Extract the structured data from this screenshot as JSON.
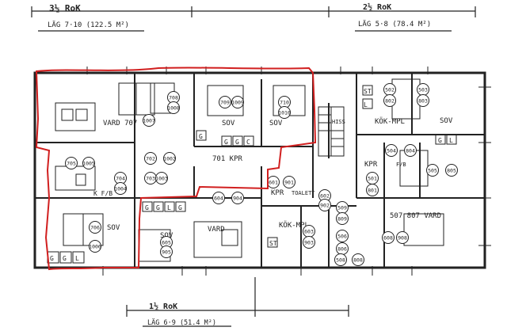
{
  "colors": {
    "ink": "#222222",
    "paper": "#ffffff",
    "highlight": "#d11f1f"
  },
  "top_left_label": {
    "title": "3½ RoK",
    "subtitle": "LÄG 7·10 (122.5 M²)"
  },
  "top_right_label": {
    "title": "2½ RoK",
    "subtitle": "LÄG 5·8 (78.4 M²)"
  },
  "bottom_label": {
    "title": "1½ RoK",
    "subtitle": "LÄG 6·9 (51.4 M²)"
  },
  "rooms": {
    "vard_707": "VARD 707",
    "sov_709": "SOV",
    "sov_710": "SOV",
    "sov_706": "SOV",
    "kpr_701": "701 KPR",
    "kpr_mid": "KPR",
    "toalett": "TOALETT",
    "sov_605": "SOV",
    "vard_606": "VARD",
    "kok_mpl": "KÖK-MPL",
    "kok_mpl_right": "KÖK-MPL",
    "sov_505": "SOV",
    "kpr_501": "KPR",
    "vard_507": "507 807 VARD",
    "hiss": "HISS",
    "fb": "F/B",
    "kok_mini": "K  F/B"
  },
  "circled_codes": [
    "708",
    "1008",
    "709",
    "1009",
    "710",
    "1010",
    "1007",
    "705",
    "1005",
    "702",
    "1002",
    "703",
    "1003",
    "704",
    "1004",
    "604",
    "904",
    "601",
    "901",
    "602",
    "902",
    "605",
    "905",
    "603",
    "903",
    "608",
    "908",
    "706",
    "1006",
    "502",
    "802",
    "503",
    "803",
    "505",
    "805",
    "504",
    "804",
    "501",
    "801",
    "509",
    "809",
    "506",
    "806",
    "508",
    "808"
  ],
  "fixtures": {
    "st": "ST",
    "g": "G",
    "l": "L",
    "c": "C"
  }
}
